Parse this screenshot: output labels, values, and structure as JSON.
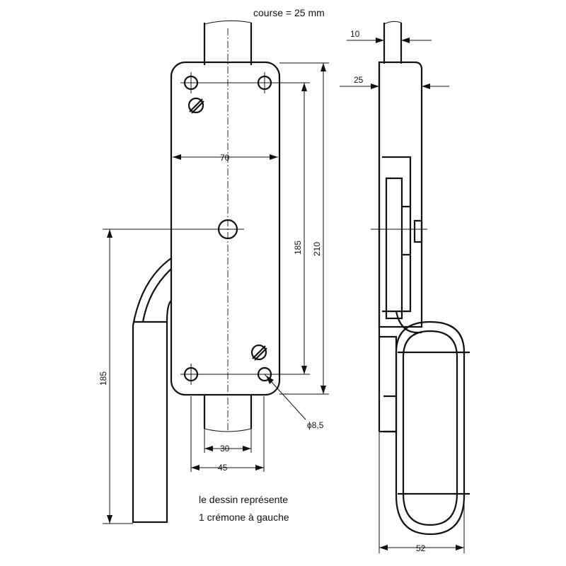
{
  "header": {
    "stroke_text": "course = 25 mm"
  },
  "front_view": {
    "width_70": "70",
    "height_185_inner": "185",
    "height_210": "210",
    "handle_185": "185",
    "spindle_30": "30",
    "spindle_45": "45",
    "hole_dia": "ϕ8,5"
  },
  "side_view": {
    "dim_10": "10",
    "dim_25": "25",
    "dim_52": "52"
  },
  "caption": {
    "line1": "le dessin représente",
    "line2": "1 crémone à gauche"
  }
}
